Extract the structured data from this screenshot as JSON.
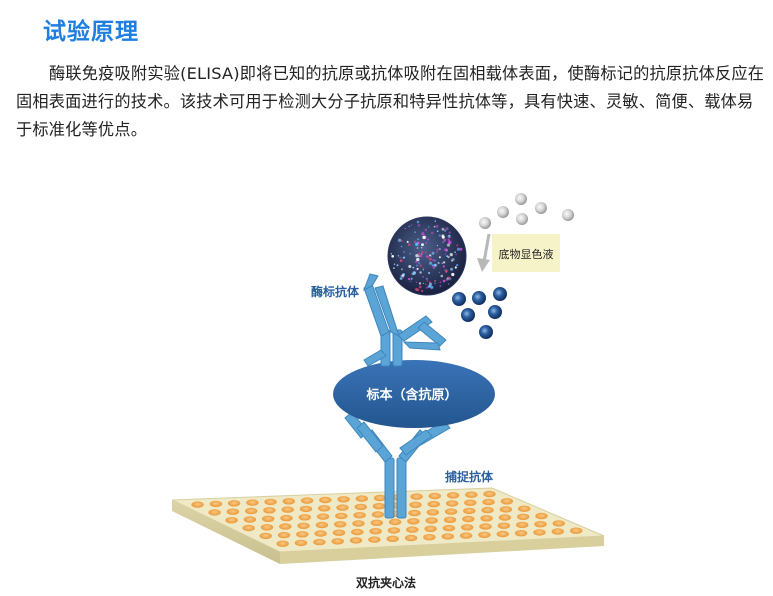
{
  "header": {
    "title": "试验原理"
  },
  "intro": "酶联免疫吸附实验(ELISA)即将已知的抗原或抗体吸附在固相载体表面，使酶标记的抗原抗体反应在固相表面进行的技术。该技术可用于检测大分子抗原和特异性抗体等，具有快速、灵敏、简便、载体易于标准化等优点。",
  "diagram": {
    "substrate_label": "底物显色液",
    "enzyme_antibody_label": "酶标抗体",
    "sample_label": "标本（含抗原）",
    "capture_antibody_label": "捕捉抗体",
    "caption": "双抗夹心法"
  },
  "colors": {
    "title": "#1e7fe0",
    "antibody": "#5aa4d6",
    "sample": "#2b5fa0",
    "label": "#2b5fa0",
    "plate": "#efe9c6",
    "well": "#f0a64a"
  }
}
